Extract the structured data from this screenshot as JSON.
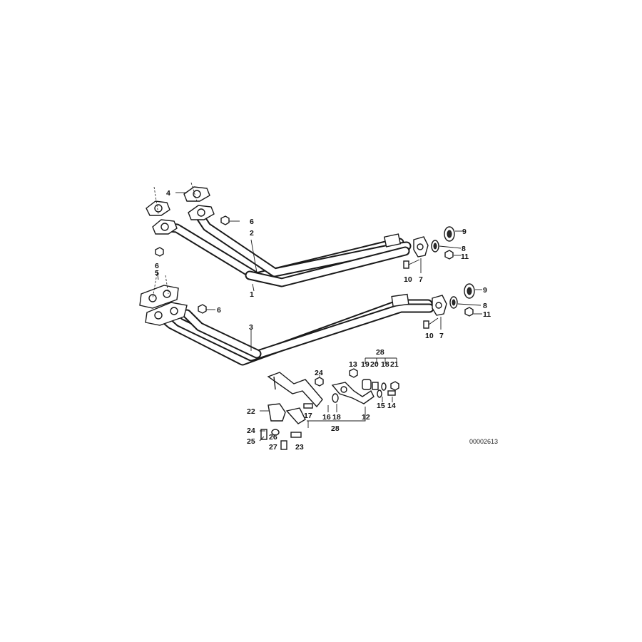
{
  "diagram": {
    "reference_code": "00002613",
    "callouts": {
      "c1": "1",
      "c2": "2",
      "c3": "3",
      "c4": "4",
      "c5": "5",
      "c6a": "6",
      "c6b": "6",
      "c6c": "6",
      "c7a": "7",
      "c7b": "7",
      "c8a": "8",
      "c8b": "8",
      "c9a": "9",
      "c9b": "9",
      "c10a": "10",
      "c10b": "10",
      "c11a": "11",
      "c11b": "11",
      "c12": "12",
      "c13": "13",
      "c14": "14",
      "c15": "15",
      "c16": "16",
      "c17": "17",
      "c18a": "18",
      "c18b": "18",
      "c19": "19",
      "c20": "20",
      "c21": "21",
      "c22": "22",
      "c23": "23",
      "c24a": "24",
      "c24b": "24",
      "c25": "25",
      "c26": "26",
      "c27": "27",
      "c28a": "28",
      "c28b": "28"
    }
  }
}
